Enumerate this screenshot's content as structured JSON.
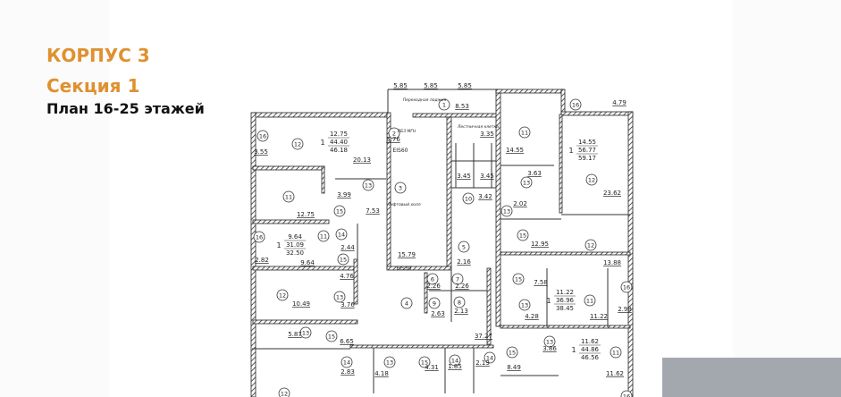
{
  "header": {
    "building": "КОРПУС 3",
    "section": "Секция 1",
    "plan": "План 16-25 этажей"
  },
  "colors": {
    "accent": "#e0902f",
    "text": "#111111",
    "wall": "#333333",
    "gray_block": "#a3a7ae"
  },
  "plan": {
    "annotations": {
      "loggia": "Переходная лоджия",
      "stair": "Лестничная клетка",
      "lift_hall": "Лифтовый холл",
      "safety_zone": "ПБЗ МГН",
      "fire_door_1": "EIS60",
      "fire_door_2": "EIS30"
    },
    "room_markers": [
      "1",
      "16",
      "12",
      "2",
      "11",
      "16",
      "12",
      "11",
      "13",
      "15",
      "3",
      "10",
      "13",
      "13",
      "15",
      "12",
      "16",
      "11",
      "14",
      "15",
      "5",
      "6",
      "7",
      "9",
      "8",
      "4",
      "12",
      "13",
      "13",
      "15",
      "15",
      "14",
      "13",
      "14",
      "14",
      "12",
      "15",
      "13",
      "11",
      "16",
      "15",
      "13",
      "11",
      "16"
    ],
    "areas": [
      "5.85",
      "5.85",
      "5.85",
      "8.53",
      "3.55",
      "20.13",
      "5.76",
      "3.35",
      "14.55",
      "4.79",
      "23.62",
      "12.75",
      "3.99",
      "7.53",
      "3.45",
      "3.45",
      "3.42",
      "3.63",
      "2.02",
      "12.95",
      "13.88",
      "2.82",
      "2.44",
      "9.64",
      "15.79",
      "2.16",
      "2.26",
      "2.26",
      "2.63",
      "2.13",
      "4.76",
      "10.49",
      "3.76",
      "5.87",
      "6.65",
      "37.27",
      "4.31",
      "1.85",
      "4.18",
      "2.83",
      "2.19",
      "7.58",
      "4.28",
      "11.22",
      "2.98",
      "8.49",
      "3.86",
      "11.62"
    ],
    "apartments": [
      {
        "rooms": "1",
        "living": "12.75",
        "total": "44.40",
        "gross": "46.18"
      },
      {
        "rooms": "1",
        "living": "14.55",
        "total": "56.77",
        "gross": "59.17"
      },
      {
        "rooms": "1",
        "living": "9.64",
        "total": "31.09",
        "gross": "32.50"
      },
      {
        "rooms": "1",
        "living": "11.22",
        "total": "36.96",
        "gross": "38.45"
      },
      {
        "rooms": "1",
        "living": "11.62",
        "total": "44.86",
        "gross": "46.56"
      }
    ]
  }
}
